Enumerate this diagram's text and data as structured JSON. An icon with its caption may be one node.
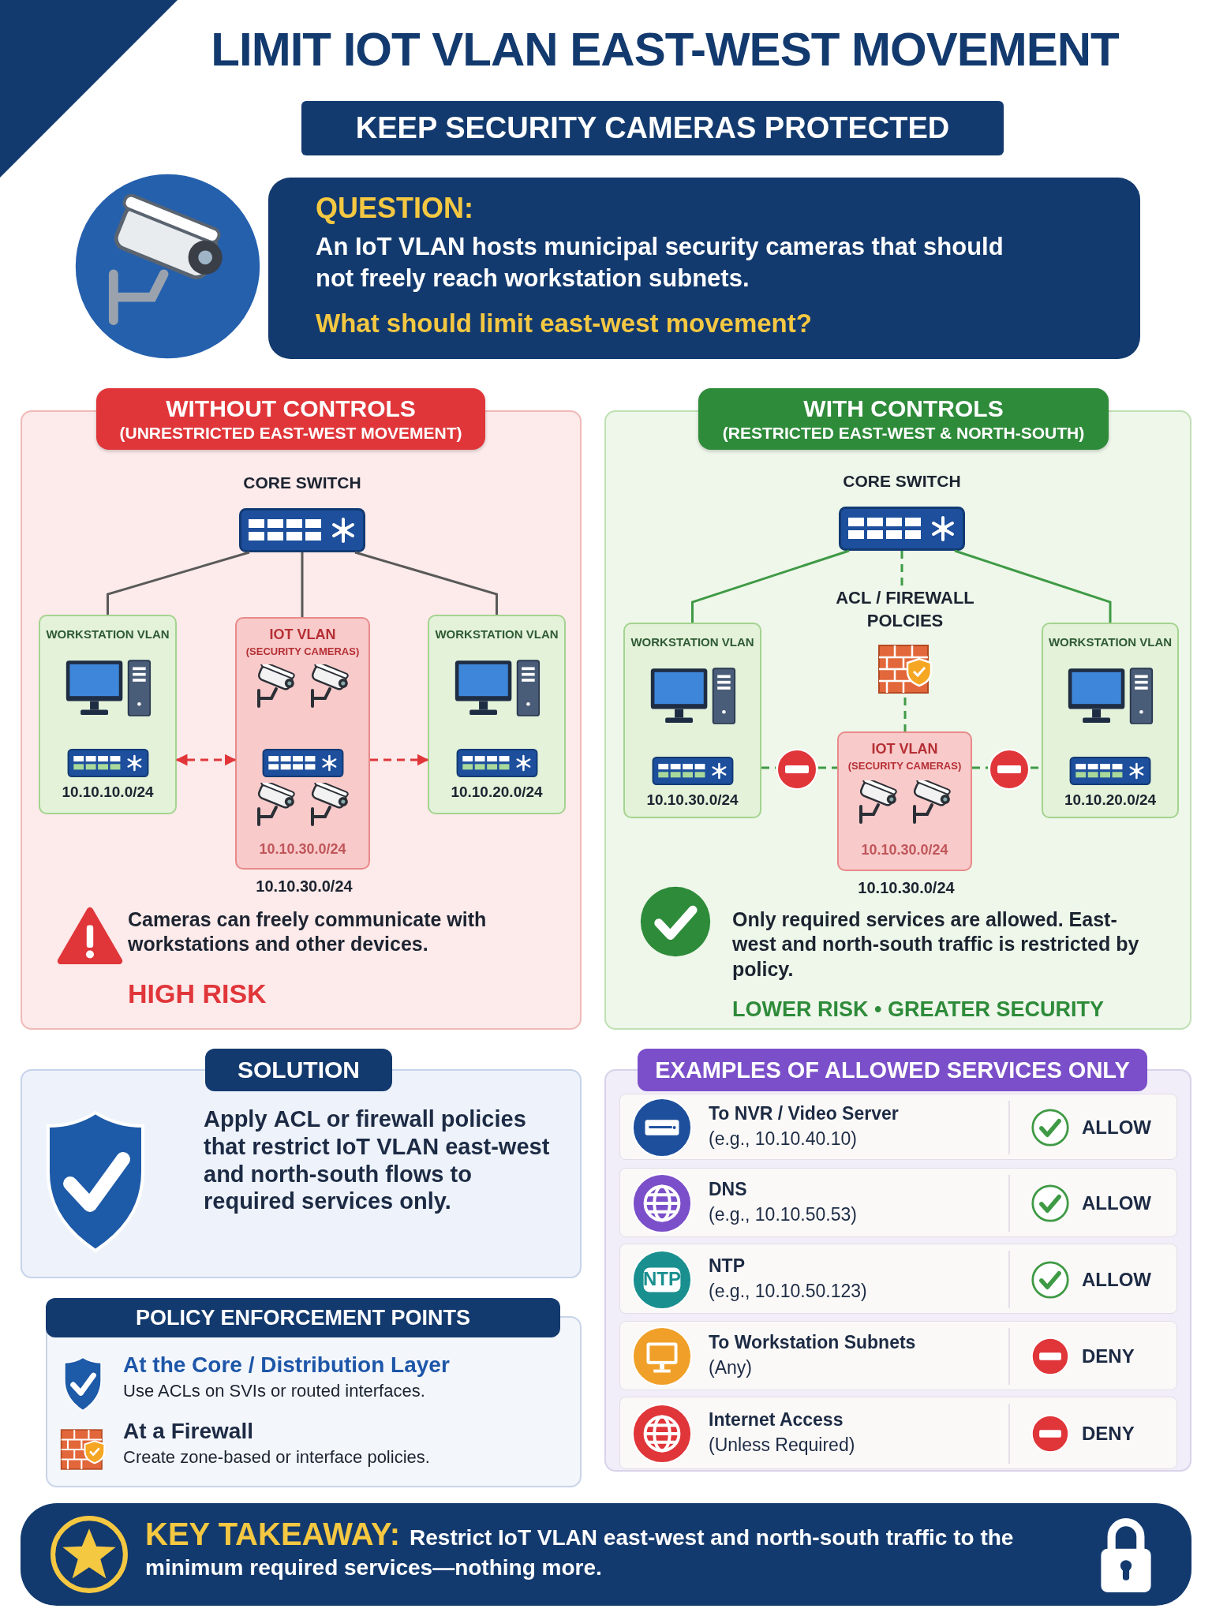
{
  "diagram": {
    "title": "LIMIT IOT VLAN EAST-WEST MOVEMENT",
    "nodes": [
      {
        "text": [
          "KEEP SECURITY CAMERAS PROTECTED"
        ]
      },
      {
        "text": [
          "QUESTION:",
          "An IoT VLAN hosts municipal security cameras that should not freely reach workstation subnets.",
          "What should limit east-west movement?"
        ]
      },
      {
        "text": [
          "WITHOUT CONTROLS",
          "(UNRESTRICTED EAST-WEST MOVEMENT)",
          "Cameras can freely communicate with workstations and other devices.",
          "HIGH RISK"
        ]
      },
      {
        "text": [
          "CORE SWITCH"
        ],
        "in": 2
      },
      {
        "text": [
          "WORKSTATION VLAN",
          "10.10.10.0/24"
        ],
        "in": 2
      },
      {
        "text": [
          "IOT VLAN",
          "(SECURITY CAMERAS)",
          "10.10.30.0/24"
        ],
        "in": 2,
        "beside": [
          "10.10.30.0/24"
        ]
      },
      {
        "text": [
          "WORKSTATION VLAN",
          "10.10.20.0/24"
        ],
        "in": 2
      },
      {
        "text": [
          "WITH CONTROLS",
          "(RESTRICTED EAST-WEST & NORTH-SOUTH)",
          "Only required services are allowed. East-west and north-south traffic is restricted by policy.",
          "LOWER RISK • GREATER SECURITY"
        ]
      },
      {
        "text": [
          "CORE SWITCH"
        ],
        "in": 7
      },
      {
        "text": [
          "ACL / FIREWALL POLCIES"
        ],
        "in": 7
      },
      {
        "text": [
          "WORKSTATION VLAN",
          "10.10.30.0/24"
        ],
        "in": 7
      },
      {
        "text": [],
        "shape": "circle",
        "in": 7
      },
      {
        "text": [
          "IOT VLAN",
          "(SECURITY CAMERAS)",
          "10.10.30.0/24"
        ],
        "in": 7,
        "beside": [
          "10.10.30.0/24"
        ]
      },
      {
        "text": [],
        "shape": "circle",
        "in": 7
      },
      {
        "text": [
          "WORKSTATION VLAN",
          "10.10.20.0/24"
        ],
        "in": 7
      },
      {
        "text": [
          "SOLUTION",
          "Apply **ACL or firewall policies** that restrict IoT VLAN east-west and north-south flows to required services only."
        ]
      },
      {
        "text": [
          "POLICY ENFORCEMENT POINTS",
          "At the Core / Distribution Layer",
          "Use ACLs on SVIs or routed interfaces.",
          "At a Firewall",
          "Create zone-based or interface policies."
        ]
      },
      {
        "text": [
          "EXAMPLES OF ALLOWED SERVICES ONLY"
        ]
      },
      {
        "text": [
          "To NVR / Video Server",
          "(e.g., 10.10.40.10)",
          "ALLOW"
        ],
        "in": 17
      },
      {
        "text": [
          "DNS",
          "(e.g., 10.10.50.53)",
          "ALLOW"
        ],
        "in": 17
      },
      {
        "text": [
          "NTP",
          "(e.g., 10.10.50.123)",
          "ALLOW"
        ],
        "in": 17
      },
      {
        "text": [
          "To Workstation Subnets",
          "(Any)",
          "DENY"
        ],
        "in": 17
      },
      {
        "text": [
          "Internet Access",
          "(Unless Required)",
          "DENY"
        ],
        "in": 17
      },
      {
        "text": [
          "KEY TAKEAWAY:",
          "Restrict IoT VLAN east-west and north-south traffic to the minimum required services—nothing more."
        ]
      }
    ],
    "edges": [
      {
        "from": 3,
        "to": 4,
        "arrow": "none",
        "color": "#595959"
      },
      {
        "from": 3,
        "to": 5,
        "arrow": "none",
        "color": "#595959"
      },
      {
        "from": 3,
        "to": 6,
        "arrow": "none",
        "color": "#595959"
      },
      {
        "from": 5,
        "to": 4,
        "arrow": "both",
        "style": "dashed",
        "color": "#e0363a"
      },
      {
        "from": 5,
        "to": 6,
        "arrow": "to",
        "style": "dashed",
        "color": "#e0363a"
      },
      {
        "from": 8,
        "to": 10,
        "arrow": "none"
      },
      {
        "from": 8,
        "to": 14,
        "arrow": "none"
      },
      {
        "from": 8,
        "to": 9,
        "arrow": "none",
        "style": "dashed"
      },
      {
        "from": 9,
        "to": 12,
        "arrow": "none",
        "style": "dashed"
      },
      {
        "from": 10,
        "to": 11,
        "arrow": "none",
        "style": "dashed"
      },
      {
        "from": 11,
        "to": 12,
        "arrow": "none",
        "style": "dashed"
      },
      {
        "from": 12,
        "to": 13,
        "arrow": "none",
        "style": "dashed"
      },
      {
        "from": 13,
        "to": 14,
        "arrow": "none",
        "style": "dashed"
      }
    ],
    "labels": [
      "NTP"
    ]
  }
}
